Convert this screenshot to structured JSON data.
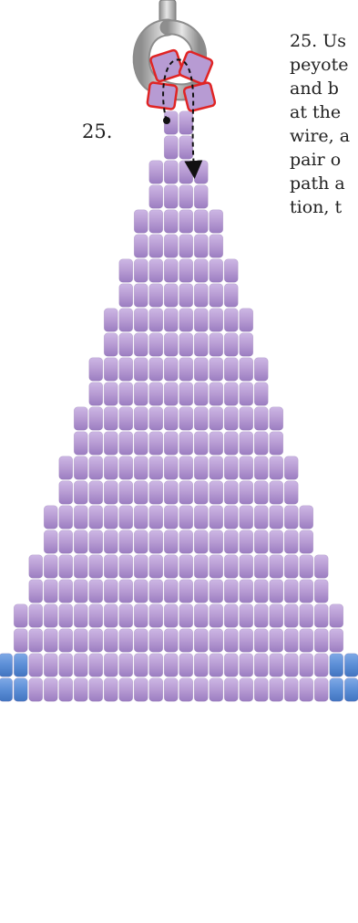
{
  "step": {
    "label": "25.",
    "text_lines": [
      "25. Us",
      "peyote",
      "and b",
      "at the",
      "wire, a",
      "pair o",
      "path a",
      "tion, t"
    ]
  },
  "colors": {
    "lavender": "#b79bd3",
    "lavender_dark": "#9a7cbf",
    "blue": "#5b8ed6",
    "blue_light": "#a9c3ea",
    "highlight_red": "#e02424",
    "hook": "#a8a8a8"
  },
  "icons": [
    "hook-icon",
    "thread-arrow-icon"
  ]
}
